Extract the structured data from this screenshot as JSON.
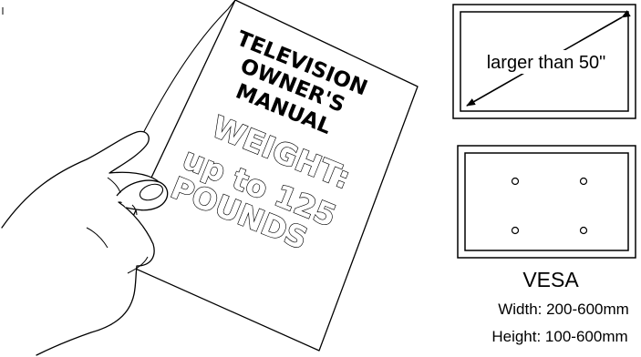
{
  "manual": {
    "title_lines": [
      "TELEVISION",
      "OWNER'S",
      "MANUAL"
    ],
    "weight_lines": [
      "WEIGHT:",
      "up to 125",
      "POUNDS"
    ]
  },
  "tv_size": {
    "label": "larger than 50\""
  },
  "vesa": {
    "title": "VESA",
    "width": "Width: 200-600mm",
    "height": "Height: 100-600mm"
  }
}
